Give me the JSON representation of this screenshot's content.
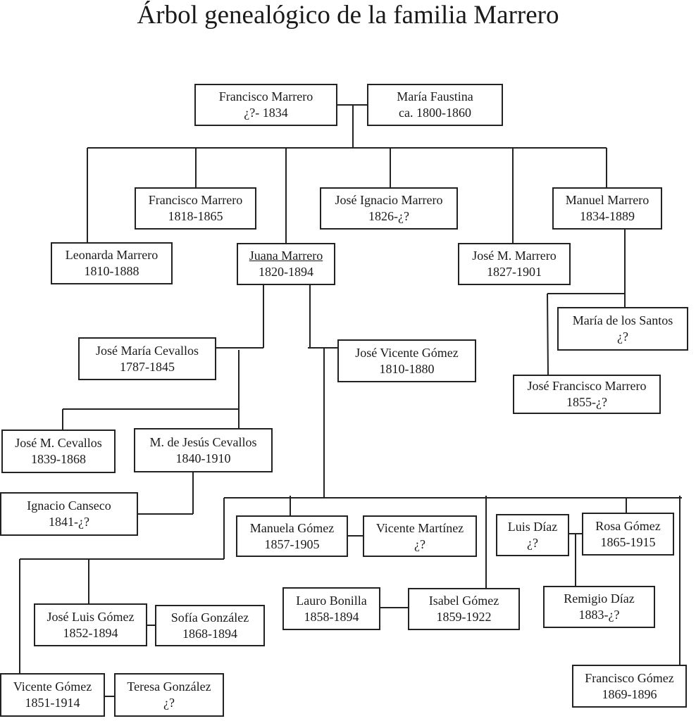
{
  "title": "Árbol genealógico de la familia Marrero",
  "people": {
    "francisco_sr": {
      "name": "Francisco Marrero",
      "dates": "¿?- 1834"
    },
    "maria_faustina": {
      "name": "María Faustina",
      "dates": "ca. 1800-1860"
    },
    "francisco_jr": {
      "name": "Francisco Marrero",
      "dates": "1818-1865"
    },
    "jose_ignacio": {
      "name": "José Ignacio Marrero",
      "dates": "1826-¿?"
    },
    "manuel": {
      "name": "Manuel Marrero",
      "dates": "1834-1889"
    },
    "leonarda": {
      "name": "Leonarda Marrero",
      "dates": "1810-1888"
    },
    "juana": {
      "name": "Juana Marrero",
      "dates": "1820-1894",
      "underlined": true
    },
    "jose_m_marrero": {
      "name": "José M. Marrero",
      "dates": "1827-1901"
    },
    "maria_santos": {
      "name": "María de los Santos",
      "dates": "¿?"
    },
    "jose_maria_cevallos": {
      "name": "José María Cevallos",
      "dates": "1787-1845"
    },
    "jose_vicente_gomez": {
      "name": "José Vicente Gómez",
      "dates": "1810-1880"
    },
    "jose_francisco_marrero": {
      "name": "José Francisco Marrero",
      "dates": "1855-¿?"
    },
    "jose_m_cevallos": {
      "name": "José M. Cevallos",
      "dates": "1839-1868"
    },
    "m_jesus_cevallos": {
      "name": "M. de Jesús Cevallos",
      "dates": "1840-1910"
    },
    "ignacio_canseco": {
      "name": "Ignacio Canseco",
      "dates": "1841-¿?"
    },
    "manuela_gomez": {
      "name": "Manuela Gómez",
      "dates": "1857-1905"
    },
    "vicente_martinez": {
      "name": "Vicente Martínez",
      "dates": "¿?"
    },
    "luis_diaz": {
      "name": "Luis Díaz",
      "dates": "¿?"
    },
    "rosa_gomez": {
      "name": "Rosa Gómez",
      "dates": "1865-1915"
    },
    "lauro_bonilla": {
      "name": "Lauro Bonilla",
      "dates": "1858-1894"
    },
    "isabel_gomez": {
      "name": "Isabel Gómez",
      "dates": "1859-1922"
    },
    "remigio_diaz": {
      "name": "Remigio Díaz",
      "dates": "1883-¿?"
    },
    "jose_luis_gomez": {
      "name": "José Luis Gómez",
      "dates": "1852-1894"
    },
    "sofia_gonzalez": {
      "name": "Sofía González",
      "dates": "1868-1894"
    },
    "vicente_gomez": {
      "name": "Vicente Gómez",
      "dates": "1851-1914"
    },
    "teresa_gonzalez": {
      "name": "Teresa González",
      "dates": "¿?"
    },
    "francisco_gomez": {
      "name": "Francisco Gómez",
      "dates": "1869-1896"
    }
  },
  "relations": {
    "couples": [
      [
        "francisco_sr",
        "maria_faustina"
      ],
      [
        "juana",
        "jose_maria_cevallos"
      ],
      [
        "juana",
        "jose_vicente_gomez"
      ],
      [
        "manuel",
        "maria_santos"
      ],
      [
        "m_jesus_cevallos",
        "ignacio_canseco"
      ],
      [
        "manuela_gomez",
        "vicente_martinez"
      ],
      [
        "luis_diaz",
        "rosa_gomez"
      ],
      [
        "lauro_bonilla",
        "isabel_gomez"
      ],
      [
        "jose_luis_gomez",
        "sofia_gonzalez"
      ],
      [
        "vicente_gomez",
        "teresa_gonzalez"
      ]
    ],
    "children": {
      "francisco_sr+maria_faustina": [
        "leonarda",
        "francisco_jr",
        "juana",
        "jose_ignacio",
        "jose_m_marrero",
        "manuel"
      ],
      "juana+jose_maria_cevallos": [
        "jose_m_cevallos",
        "m_jesus_cevallos"
      ],
      "juana+jose_vicente_gomez": [
        "vicente_gomez",
        "jose_luis_gomez",
        "manuela_gomez",
        "isabel_gomez",
        "rosa_gomez",
        "francisco_gomez"
      ],
      "manuel+maria_santos": [
        "jose_francisco_marrero"
      ],
      "luis_diaz+rosa_gomez": [
        "remigio_diaz"
      ]
    }
  }
}
